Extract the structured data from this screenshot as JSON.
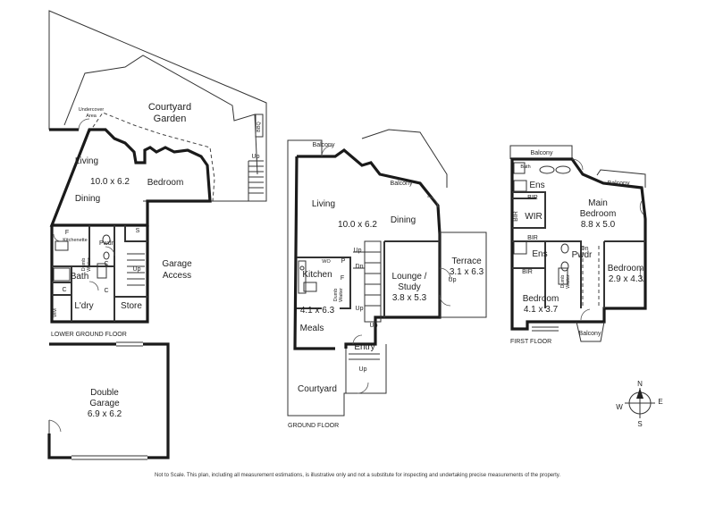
{
  "floor_names": {
    "lower_ground": "LOWER GROUND FLOOR",
    "ground": "GROUND FLOOR",
    "first": "FIRST FLOOR"
  },
  "lower_ground": {
    "courtyard_garden_1": "Courtyard",
    "courtyard_garden_2": "Garden",
    "undercover_area_1": "Undercover",
    "undercover_area_2": "Area",
    "bbq": "BBQ",
    "up_stair": "Up",
    "living": "Living",
    "dims": "10.0 x 6.2",
    "dining": "Dining",
    "bedroom": "Bedroom",
    "f": "F",
    "kitchenette": "Kitchenette",
    "s": "S",
    "pwdr": "Pwdr",
    "dumb_waiter_1": "Dumb",
    "dumb_waiter_2": "Waiter",
    "bath": "Bath",
    "c1": "C",
    "c2": "C",
    "c3": "C",
    "up_store": "Up",
    "garage_access_1": "Garage",
    "garage_access_2": "Access",
    "store": "Store",
    "laundry": "L'dry",
    "wm": "WM"
  },
  "garage": {
    "name_1": "Double",
    "name_2": "Garage",
    "dims": "6.9 x 6.2"
  },
  "ground": {
    "balcony_top": "Balcony",
    "balcony_right": "Balcony",
    "living": "Living",
    "dims": "10.0 x 6.2",
    "dining": "Dining",
    "terrace": "Terrace",
    "terrace_dims": "3.1 x 6.3",
    "up_terrace": "Up",
    "lounge_1": "Lounge /",
    "lounge_2": "Study",
    "lounge_dims": "3.8 x 5.3",
    "kitchen": "Kitchen",
    "wo": "WO",
    "p": "P",
    "f": "F",
    "dumb_waiter_1": "Dumb",
    "dumb_waiter_2": "Waiter",
    "kitchen_dims": "4.1 x 6.3",
    "up1": "Up",
    "dn": "Dn",
    "up2": "Up",
    "meals": "Meals",
    "up3": "Up",
    "entry": "Entry",
    "up_entry": "Up",
    "courtyard": "Courtyard"
  },
  "first": {
    "balcony_top": "Balcony",
    "balcony_right": "Balcony",
    "balcony_bottom": "Balcony",
    "bath": "Bath",
    "ens1": "Ens",
    "bir1": "BIR",
    "bir2": "BIR",
    "bir3": "BIR",
    "bir4": "BIR",
    "wir": "WIR",
    "main_bedroom_1": "Main",
    "main_bedroom_2": "Bedroom",
    "main_dims": "8.8 x 5.0",
    "ens2": "Ens",
    "dn": "Dn",
    "pwdr": "Pwdr",
    "bedroom_right": "Bedroom",
    "bedroom_right_dims": "2.9 x 4.3",
    "bedroom_left": "Bedroom",
    "bedroom_left_dims": "4.1 x 3.7",
    "dumb_waiter_1": "Dumb",
    "dumb_waiter_2": "Waiter"
  },
  "compass": {
    "n": "N",
    "e": "E",
    "s": "S",
    "w": "W"
  },
  "disclaimer": "Not to Scale. This plan, including all measurement estimations, is illustrative only and not a substitute for inspecting and undertaking precise measurements of the property."
}
